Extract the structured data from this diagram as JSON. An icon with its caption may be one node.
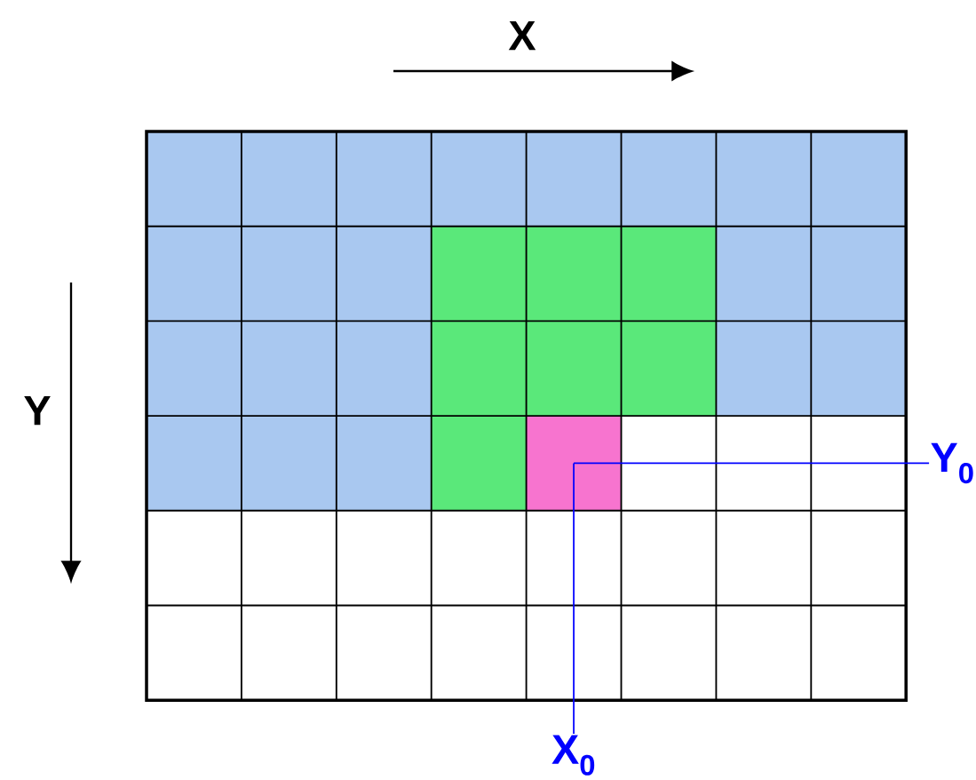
{
  "diagram": {
    "nodes": [
      {
        "text": [
          "Y$_{0}$"
        ]
      },
      {
        "text": [
          "X$_{0}$"
        ]
      },
      {
        "text": [],
        "shape": "box"
      }
    ],
    "edges": [
      {
        "from": 0,
        "to": 2,
        "arrow": "none",
        "color": "#0000ff"
      },
      {
        "from": 1,
        "to": 2,
        "arrow": "none",
        "color": "#0000ff"
      }
    ],
    "labels": [
      "X",
      "Y"
    ]
  }
}
